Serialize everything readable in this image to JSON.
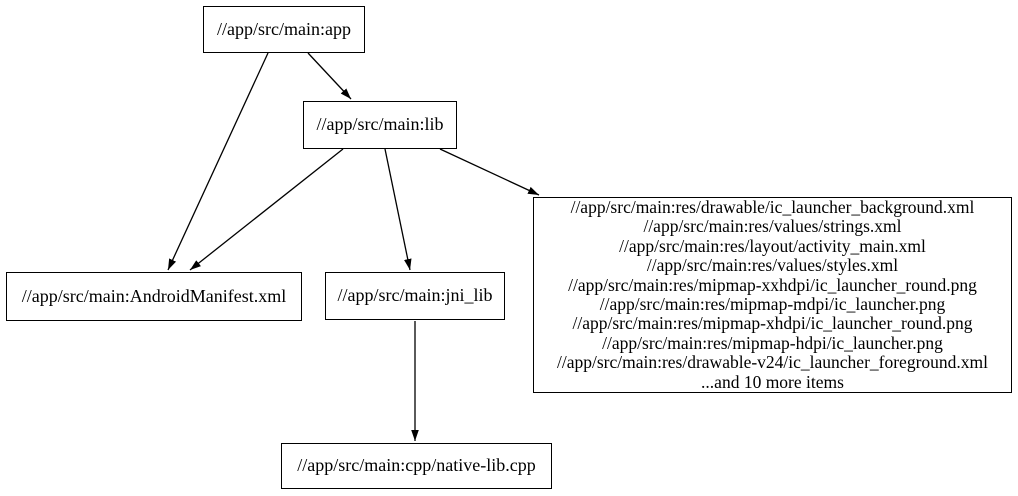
{
  "graph": {
    "type": "dependency-graph",
    "background_color": "#ffffff",
    "node_border_color": "#000000",
    "edge_color": "#000000",
    "text_color": "#000000",
    "nodes": {
      "app": {
        "label": "//app/src/main:app"
      },
      "lib": {
        "label": "//app/src/main:lib"
      },
      "android_manifest": {
        "label": "//app/src/main:AndroidManifest.xml"
      },
      "jni_lib": {
        "label": "//app/src/main:jni_lib"
      },
      "res_group": {
        "lines": [
          "//app/src/main:res/drawable/ic_launcher_background.xml",
          "//app/src/main:res/values/strings.xml",
          "//app/src/main:res/layout/activity_main.xml",
          "//app/src/main:res/values/styles.xml",
          "//app/src/main:res/mipmap-xxhdpi/ic_launcher_round.png",
          "//app/src/main:res/mipmap-mdpi/ic_launcher.png",
          "//app/src/main:res/mipmap-xhdpi/ic_launcher_round.png",
          "//app/src/main:res/mipmap-hdpi/ic_launcher.png",
          "//app/src/main:res/drawable-v24/ic_launcher_foreground.xml",
          "...and 10 more items"
        ]
      },
      "native_lib_cpp": {
        "label": "//app/src/main:cpp/native-lib.cpp"
      }
    },
    "edges": [
      {
        "from": "app",
        "to": "lib"
      },
      {
        "from": "app",
        "to": "android_manifest"
      },
      {
        "from": "lib",
        "to": "android_manifest"
      },
      {
        "from": "lib",
        "to": "jni_lib"
      },
      {
        "from": "lib",
        "to": "res_group"
      },
      {
        "from": "jni_lib",
        "to": "native_lib_cpp"
      }
    ]
  }
}
